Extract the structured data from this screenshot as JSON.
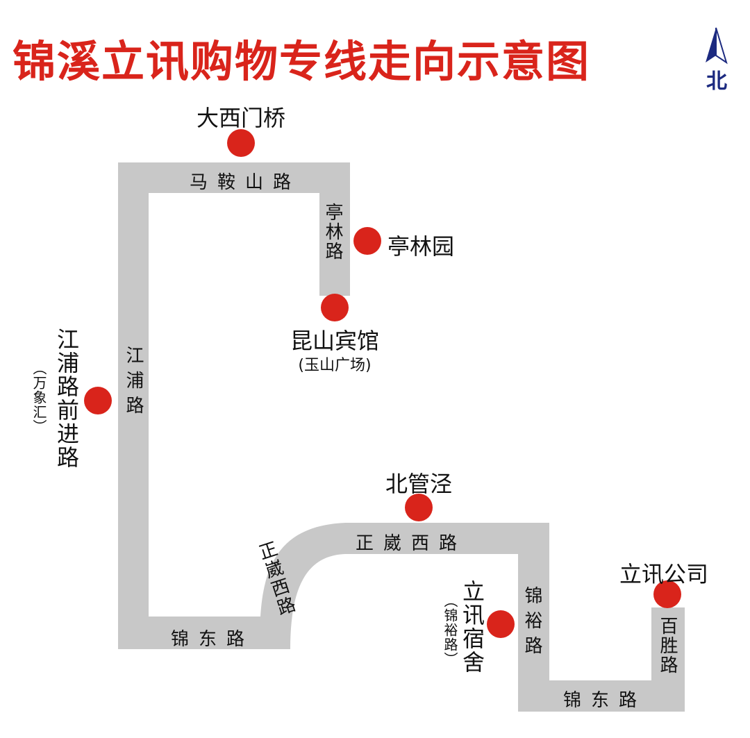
{
  "title": "锦溪立讯购物专线走向示意图",
  "north_label": "北",
  "colors": {
    "title": "#d9241b",
    "road": "#c8c8c8",
    "stop": "#d9241b",
    "north": "#1c2a80"
  },
  "stops": {
    "daximen": "大西门桥",
    "tinglinyuan": "亭林园",
    "kunshan_hotel": "昆山宾馆",
    "kunshan_hotel_sub": "(玉山广场)",
    "jiangpu_qianjin": "江浦路前进路",
    "jiangpu_qianjin_sub": "（万象汇）",
    "beiguanjing": "北管泾",
    "luxshare_company": "立讯公司",
    "luxshare_dorm": "立讯宿舍",
    "luxshare_dorm_sub": "（锦裕路）"
  },
  "roads": {
    "maanshan": "马鞍山路",
    "tinglin": "亭林路",
    "jiangpu": "江浦路",
    "jindong_west": "锦东路",
    "zhengwei_diag": "正崴西路",
    "zhengwei_top": "正崴西路",
    "jinyu": "锦裕路",
    "jindong_east": "锦东路",
    "baisheng": "百胜路"
  }
}
